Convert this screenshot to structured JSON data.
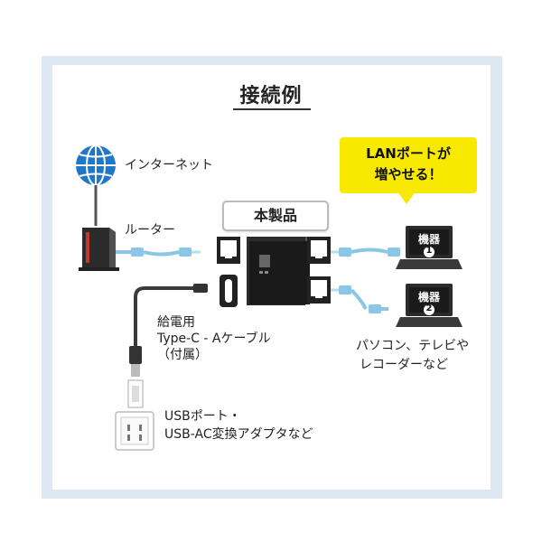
{
  "title": "接続例",
  "labels": {
    "internet": "インターネット",
    "router": "ルーター",
    "product": "本製品",
    "cable_line1": "給電用",
    "cable_line2": "Type-C - Aケーブル",
    "cable_line3": "（付属）",
    "power_line1": "USBポート・",
    "power_line2": "USB-AC変換アダプタなど",
    "devices_line1": "パソコン、テレビや",
    "devices_line2": "レコーダーなど"
  },
  "bubble": {
    "line1": "LANポートが",
    "line2": "増やせる！"
  },
  "pc1": {
    "label": "機器",
    "number": "1"
  },
  "pc2": {
    "label": "機器",
    "number": "2"
  },
  "colors": {
    "globe": "#1f77c9",
    "bubble": "#f7ea00",
    "cable": "#8ac6e6",
    "frame": "#dde8f3",
    "router_accent": "#c0392b"
  }
}
